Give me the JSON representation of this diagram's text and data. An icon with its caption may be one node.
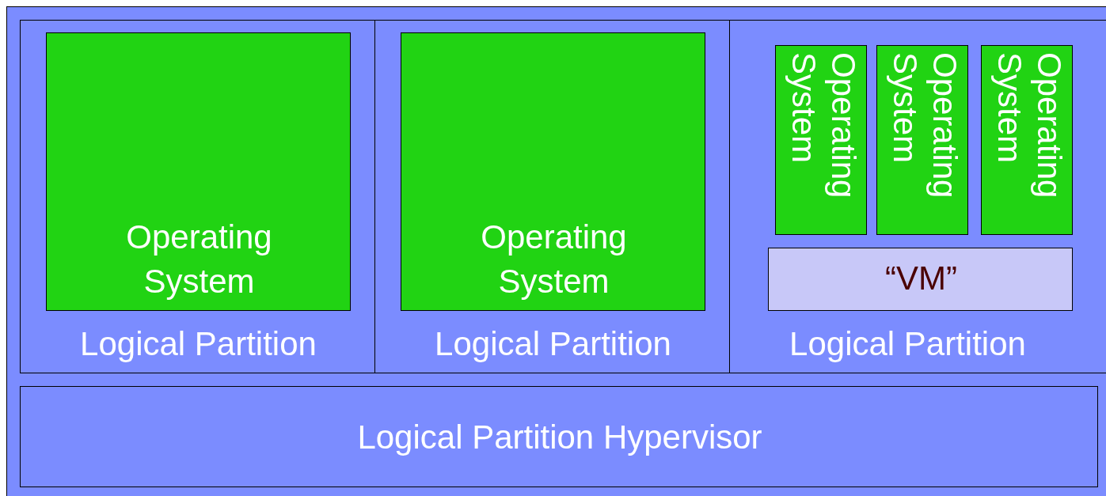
{
  "diagram": {
    "nodes": [
      {
        "text": [],
        "shape": "box"
      },
      {
        "text": [
          "Logical Partition"
        ],
        "in": 0
      },
      {
        "text": [
          "Operating System"
        ],
        "in": 1
      },
      {
        "text": [
          "Logical Partition"
        ],
        "in": 0
      },
      {
        "text": [
          "Operating System"
        ],
        "in": 3
      },
      {
        "text": [
          "Logical Partition"
        ],
        "in": 0
      },
      {
        "text": [
          "Operating System"
        ],
        "in": 5
      },
      {
        "text": [
          "Operating System"
        ],
        "in": 5
      },
      {
        "text": [
          "Operating System"
        ],
        "in": 5
      },
      {
        "text": [
          "“VM”"
        ],
        "in": 5
      },
      {
        "text": [
          "Logical Partition Hypervisor"
        ],
        "in": 0
      }
    ]
  }
}
